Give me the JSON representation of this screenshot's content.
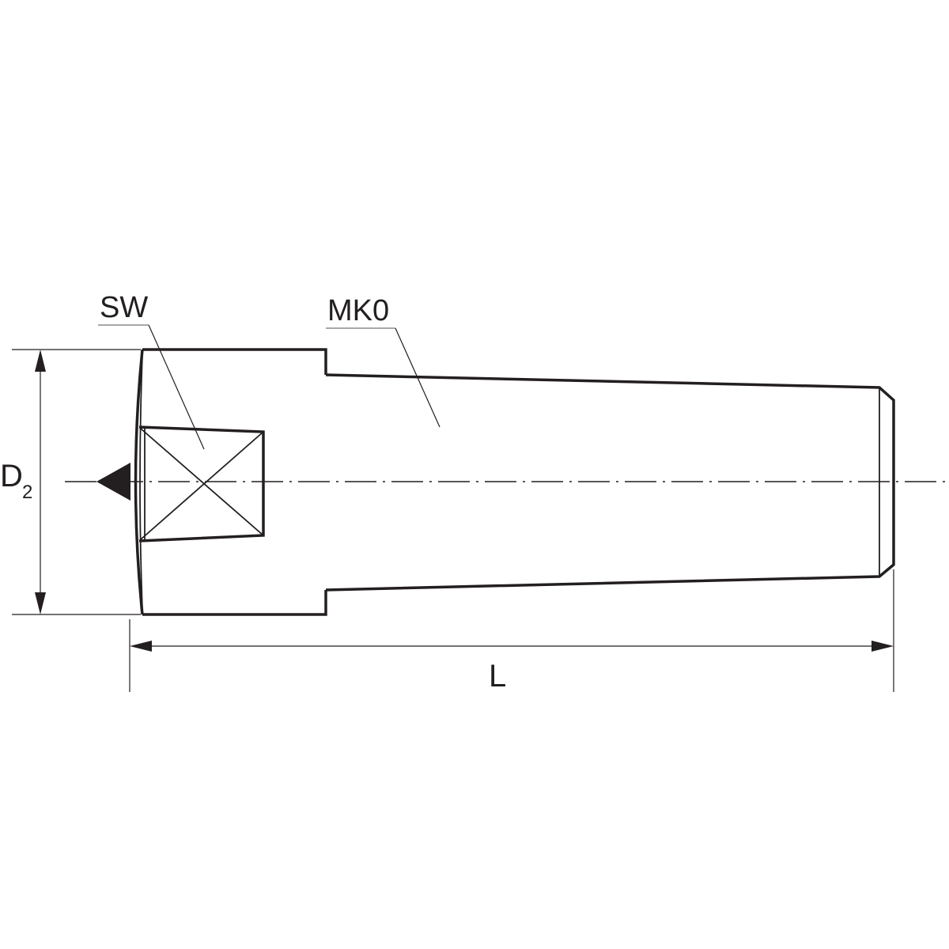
{
  "labels": {
    "sw": "SW",
    "mk": "MK0",
    "d_main": "D",
    "d_sub": "2",
    "length": "L"
  },
  "colors": {
    "line": "#231f20",
    "leader_underline": "#8c8c8c",
    "background": "#ffffff"
  }
}
